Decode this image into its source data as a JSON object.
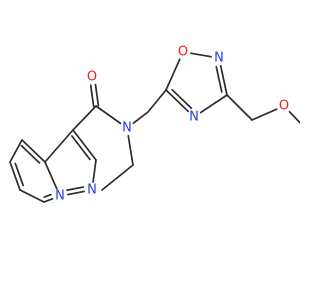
{
  "molecule": {
    "atoms": [
      {
        "id": "O1",
        "label": "O",
        "color": "#ff1a1a"
      },
      {
        "id": "N2",
        "label": "N",
        "color": "#1f3fe6"
      },
      {
        "id": "N4",
        "label": "N",
        "color": "#1f3fe6"
      },
      {
        "id": "O_ether",
        "label": "O",
        "color": "#ff1a1a"
      },
      {
        "id": "O_carbonyl",
        "label": "O",
        "color": "#ff1a1a"
      },
      {
        "id": "N_amide",
        "label": "N",
        "color": "#1f3fe6"
      },
      {
        "id": "N_pz2",
        "label": "N",
        "color": "#1f3fe6"
      },
      {
        "id": "N_bridge",
        "label": "N",
        "color": "#1f3fe6"
      }
    ],
    "bond_color": "#2b2b2b"
  }
}
